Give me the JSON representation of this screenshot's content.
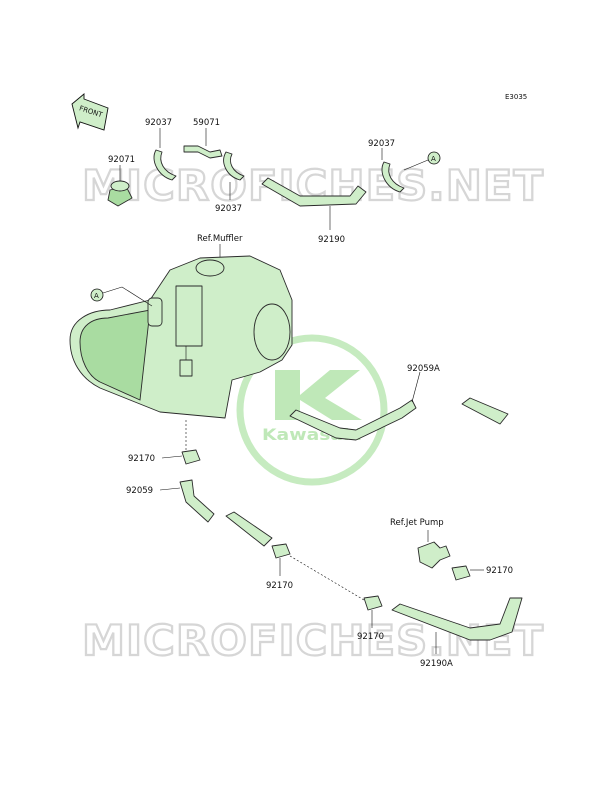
{
  "diagram_code": "E3035",
  "front_label": "FRONT",
  "watermark": {
    "text": "MICROFICHES.NET",
    "logo_text": "Kawasaki"
  },
  "refs": {
    "muffler": "Ref.Muffler",
    "jet_pump": "Ref.Jet Pump"
  },
  "callout_marker": "A",
  "labels": {
    "p92037_a": "92037",
    "p59071": "59071",
    "p92071": "92071",
    "p92037_b": "92037",
    "p92037_c": "92037",
    "p92190": "92190",
    "p92059A": "92059A",
    "p92170_a": "92170",
    "p92059": "92059",
    "p92170_b": "92170",
    "p92170_c": "92170",
    "p92170_d": "92170",
    "p92190A": "92190A"
  },
  "colors": {
    "part_fill": "#cfeec9",
    "outline": "#2a2a2a",
    "watermark": "#d6d6d6",
    "logo": "#c6ebc0"
  }
}
